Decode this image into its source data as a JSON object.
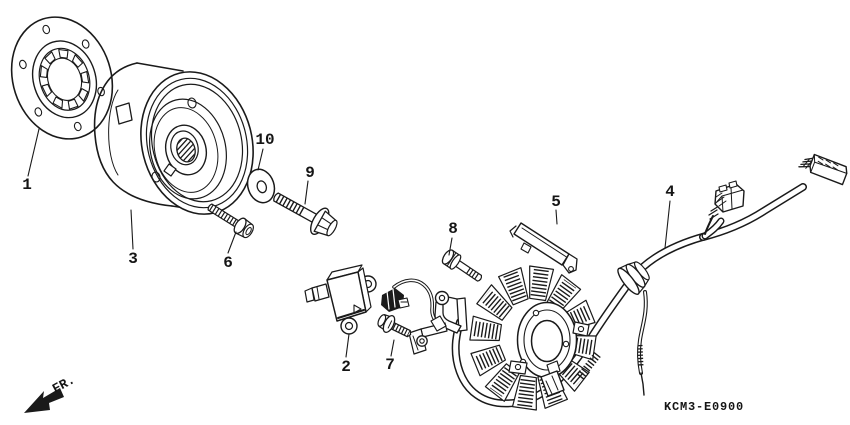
{
  "diagram": {
    "code": "KCM3-E0900",
    "direction_label": "FR."
  },
  "callouts": [
    "1",
    "2",
    "3",
    "4",
    "5",
    "6",
    "7",
    "8",
    "9",
    "10"
  ],
  "colors": {
    "line": "#1a1a1a",
    "background": "#ffffff"
  }
}
